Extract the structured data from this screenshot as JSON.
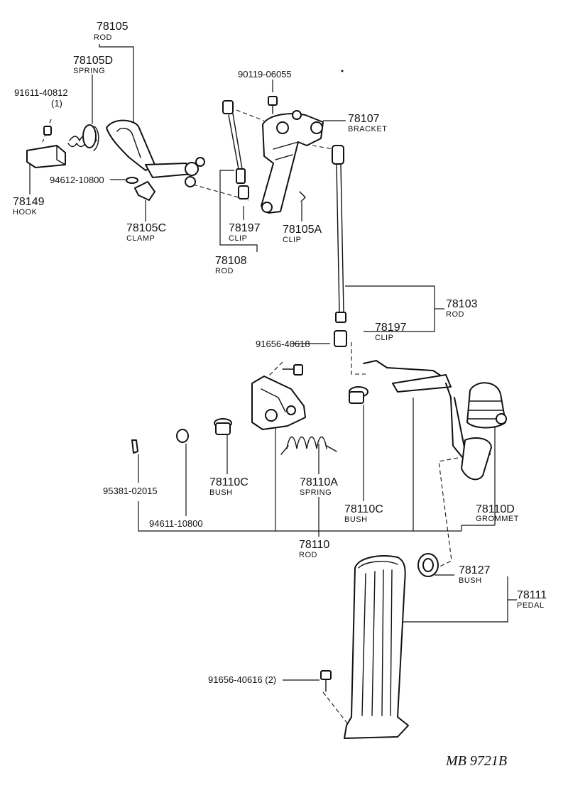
{
  "labels": {
    "p78105": {
      "num": "78105",
      "name": "ROD"
    },
    "p78105d": {
      "num": "78105D",
      "name": "SPRING"
    },
    "p91611": {
      "num": "91611-40812",
      "qty": "(1)"
    },
    "p94612": {
      "num": "94612-10800"
    },
    "p78149": {
      "num": "78149",
      "name": "HOOK"
    },
    "p78105c": {
      "num": "78105C",
      "name": "CLAMP"
    },
    "p90119": {
      "num": "90119-06055"
    },
    "p78107": {
      "num": "78107",
      "name": "BRACKET"
    },
    "p78197a": {
      "num": "78197",
      "name": "CLIP"
    },
    "p78105a": {
      "num": "78105A",
      "name": "CLIP"
    },
    "p78108": {
      "num": "78108",
      "name": "ROD"
    },
    "p78103": {
      "num": "78103",
      "name": "ROD"
    },
    "p78197b": {
      "num": "78197",
      "name": "CLIP"
    },
    "p91656a": {
      "num": "91656-40618"
    },
    "p95381": {
      "num": "95381-02015"
    },
    "p94611": {
      "num": "94611-10800"
    },
    "p78110c1": {
      "num": "78110C",
      "name": "BUSH"
    },
    "p78110a": {
      "num": "78110A",
      "name": "SPRING"
    },
    "p78110c2": {
      "num": "78110C",
      "name": "BUSH"
    },
    "p78110d": {
      "num": "78110D",
      "name": "GROMMET"
    },
    "p78110": {
      "num": "78110",
      "name": "ROD"
    },
    "p78127": {
      "num": "78127",
      "name": "BUSH"
    },
    "p78111": {
      "num": "78111",
      "name": "PEDAL"
    },
    "p91656b": {
      "num": "91656-40616 (2)"
    }
  },
  "diagram_code": "MB 9721B"
}
